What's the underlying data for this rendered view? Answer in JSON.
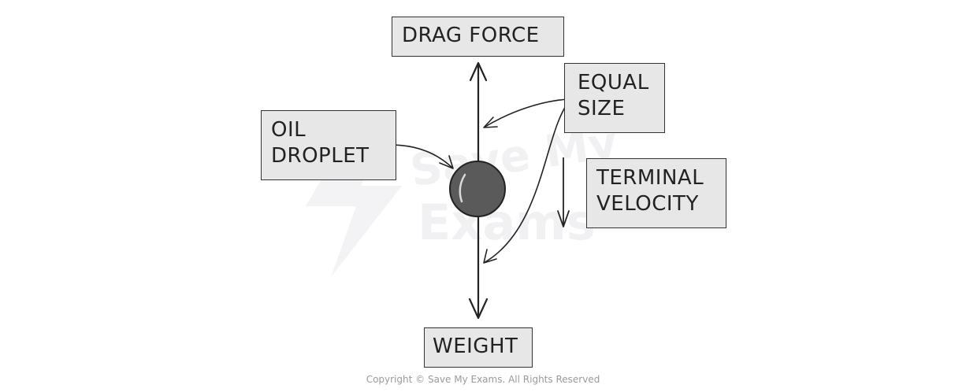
{
  "labels": {
    "drag_force": "DRAG FORCE",
    "equal_size": [
      "EQUAL",
      "SIZE"
    ],
    "terminal_velocity": [
      "TERMINAL",
      "VELOCITY"
    ],
    "weight": "WEIGHT",
    "oil_droplet": [
      "OIL",
      "DROPLET"
    ]
  },
  "watermark": [
    "Save My",
    "Exams"
  ],
  "copyright": "Copyright © Save My Exams. All Rights Reserved",
  "colors": {
    "label_fill": "#e7e7e7",
    "outline": "#333333",
    "droplet": "#5a5a5a",
    "watermark": "#f1f1f3"
  }
}
